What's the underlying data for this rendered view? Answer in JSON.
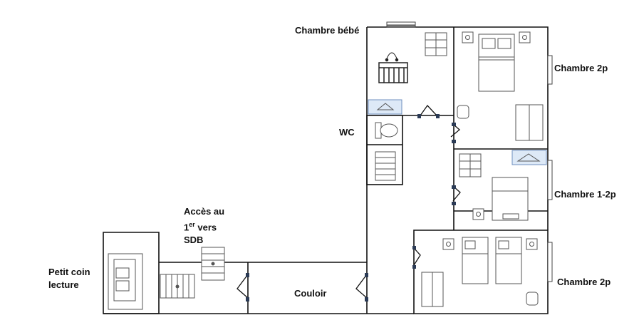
{
  "labels": {
    "chambre_bebe": "Chambre bébé",
    "chambre_2p_top": "Chambre 2p",
    "wc": "WC",
    "chambre_1_2p": "Chambre 1-2p",
    "acces_line1": "Accès au",
    "acces_line2_base": "1",
    "acces_line2_sup": "er",
    "acces_line2_rest": " vers",
    "acces_line3": "SDB",
    "petit_coin_line1": "Petit coin",
    "petit_coin_line2": "lecture",
    "couloir": "Couloir",
    "chambre_2p_bottom": "Chambre 2p"
  },
  "colors": {
    "wall": "#111111",
    "furniture": "#555555",
    "window": "#6f8fbf",
    "wardrobe_fill": "#dde9f7",
    "door_marker": "#2a3a55"
  }
}
